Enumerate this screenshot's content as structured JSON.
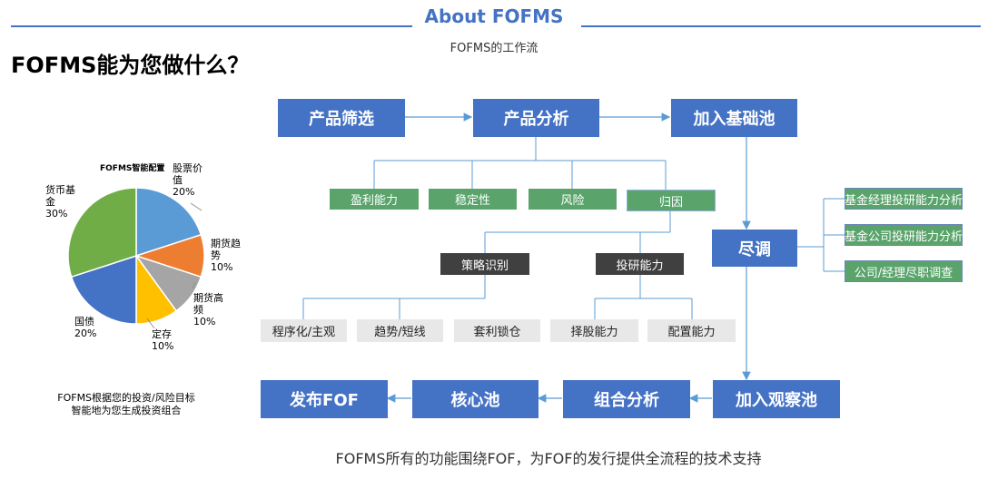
{
  "header": {
    "title": "About FOFMS",
    "subtitle": "FOFMS的工作流"
  },
  "page_heading": "FOFMS能为您做什么？",
  "pie": {
    "title": "FOFMS智能配置",
    "slices": [
      {
        "label": "股票价值",
        "display": [
          "股票价",
          "值"
        ],
        "value": 20,
        "pct": "20%",
        "color": "#5b9bd5"
      },
      {
        "label": "期货趋势",
        "display": [
          "期货趋",
          "势"
        ],
        "value": 10,
        "pct": "10%",
        "color": "#ed7d31"
      },
      {
        "label": "期货高频",
        "display": [
          "期货高",
          "频"
        ],
        "value": 10,
        "pct": "10%",
        "color": "#a5a5a5"
      },
      {
        "label": "定存",
        "display": [
          "定存"
        ],
        "value": 10,
        "pct": "10%",
        "color": "#ffc000"
      },
      {
        "label": "国债",
        "display": [
          "国债"
        ],
        "value": 20,
        "pct": "20%",
        "color": "#4472c4"
      },
      {
        "label": "货币基金",
        "display": [
          "货币基",
          "金"
        ],
        "value": 30,
        "pct": "30%",
        "color": "#70ad47"
      }
    ],
    "caption_lines": [
      "FOFMS根据您的投资/风险目标",
      "智能地为您生成投资组合"
    ]
  },
  "flow": {
    "main": {
      "screen": "产品筛选",
      "analysis": "产品分析",
      "base_pool": "加入基础池",
      "due_diligence": "尽调",
      "watch_pool": "加入观察池",
      "portfolio": "组合分析",
      "core_pool": "核心池",
      "publish": "发布FOF"
    },
    "analysis_items": [
      "盈利能力",
      "稳定性",
      "风险",
      "归因"
    ],
    "attribution": {
      "strategy": "策略识别",
      "research": "投研能力"
    },
    "strategy_items": [
      "程序化/主观",
      "趋势/短线",
      "套利锁仓"
    ],
    "research_items": [
      "择股能力",
      "配置能力"
    ],
    "dd_items": [
      "基金经理投研能力分析",
      "基金公司投研能力分析",
      "公司/经理尽职调查"
    ]
  },
  "footer": "FOFMS所有的功能围绕FOF，为FOF的发行提供全流程的技术支持",
  "colors": {
    "blue": "#4472c4",
    "green": "#5aa46c",
    "dark": "#404040",
    "gray": "#e8e8e8",
    "connector": "#5b9bd5"
  }
}
